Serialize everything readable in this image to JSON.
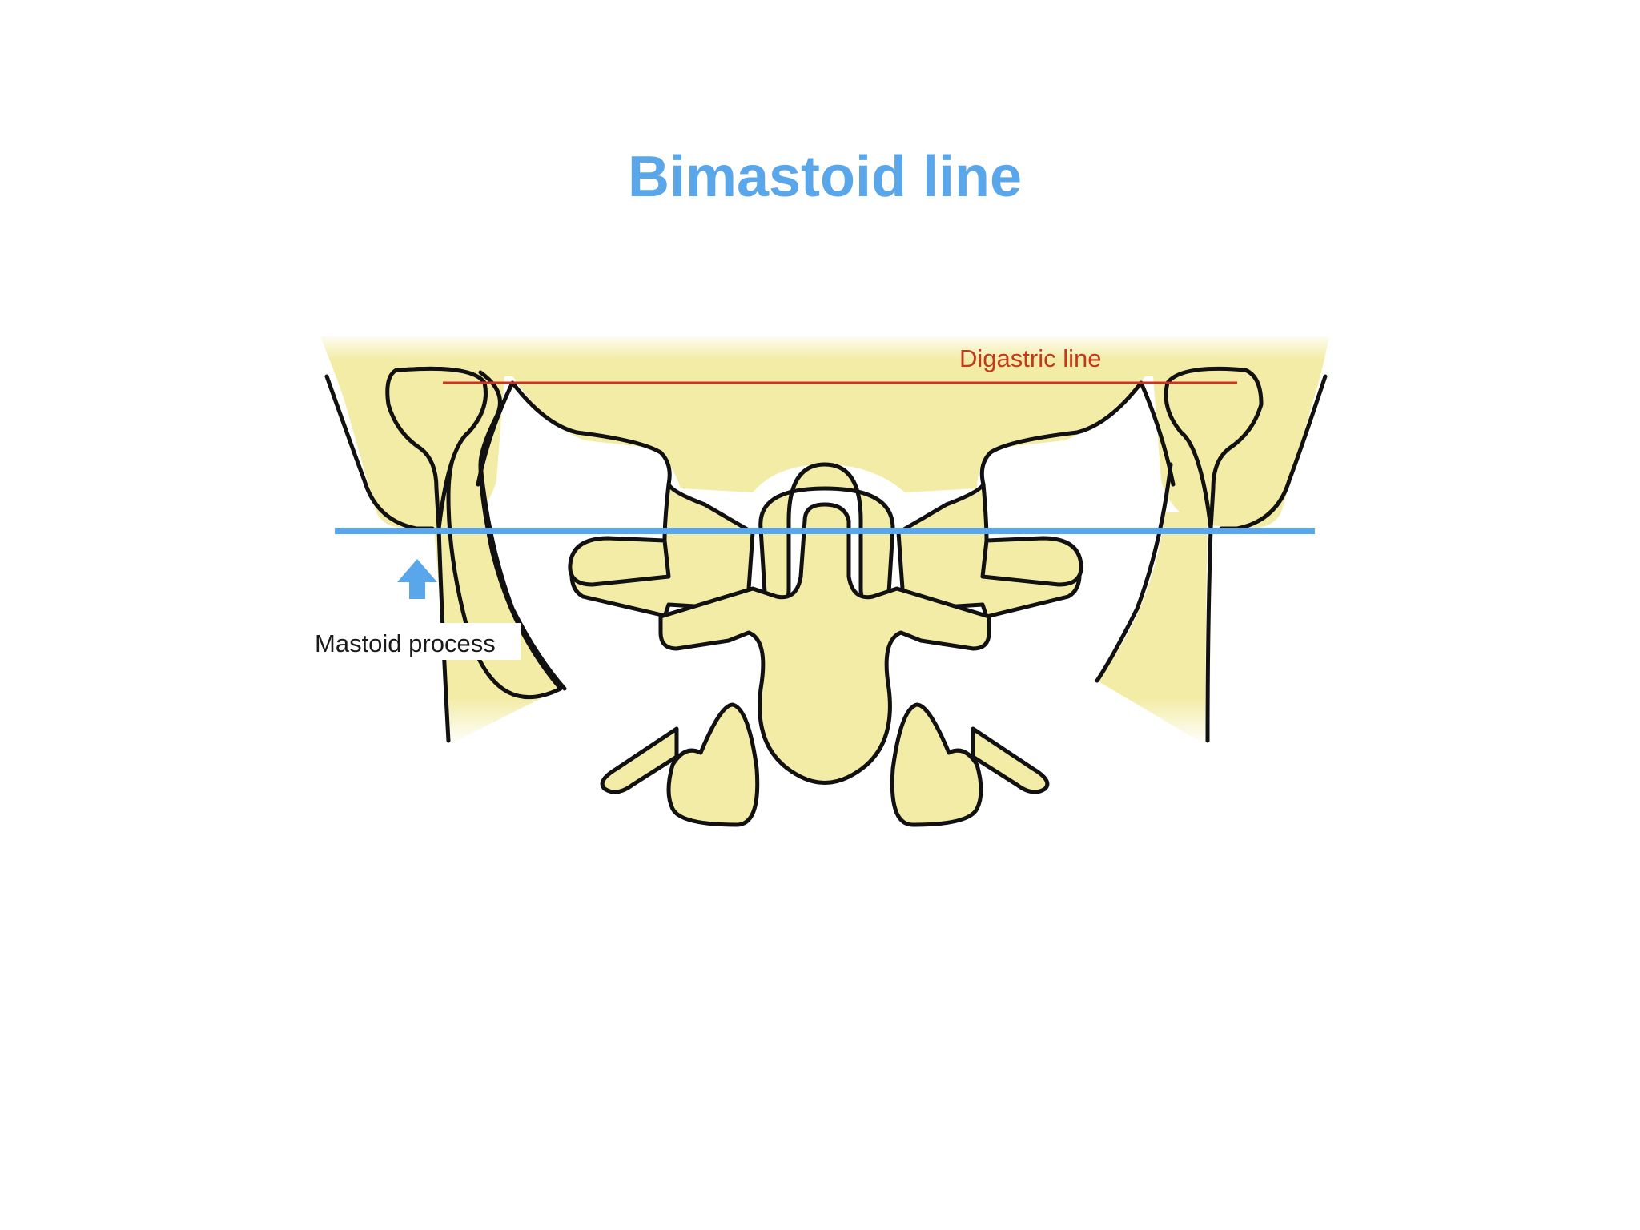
{
  "title": "Bimastoid line",
  "labels": {
    "digastric_line": "Digastric line",
    "mastoid_process": "Mastoid process"
  },
  "colors": {
    "title": "#5aa6ea",
    "bimastoid_line": "#5aa6ea",
    "digastric_line": "#cc3322",
    "digastric_label": "#c23a1e",
    "bone_fill": "#f3eca6",
    "outline": "#111111",
    "arrow": "#5aa6ea",
    "text": "#1a1a1a"
  },
  "icons": {
    "mastoid_pointer": "up-arrow-icon"
  }
}
